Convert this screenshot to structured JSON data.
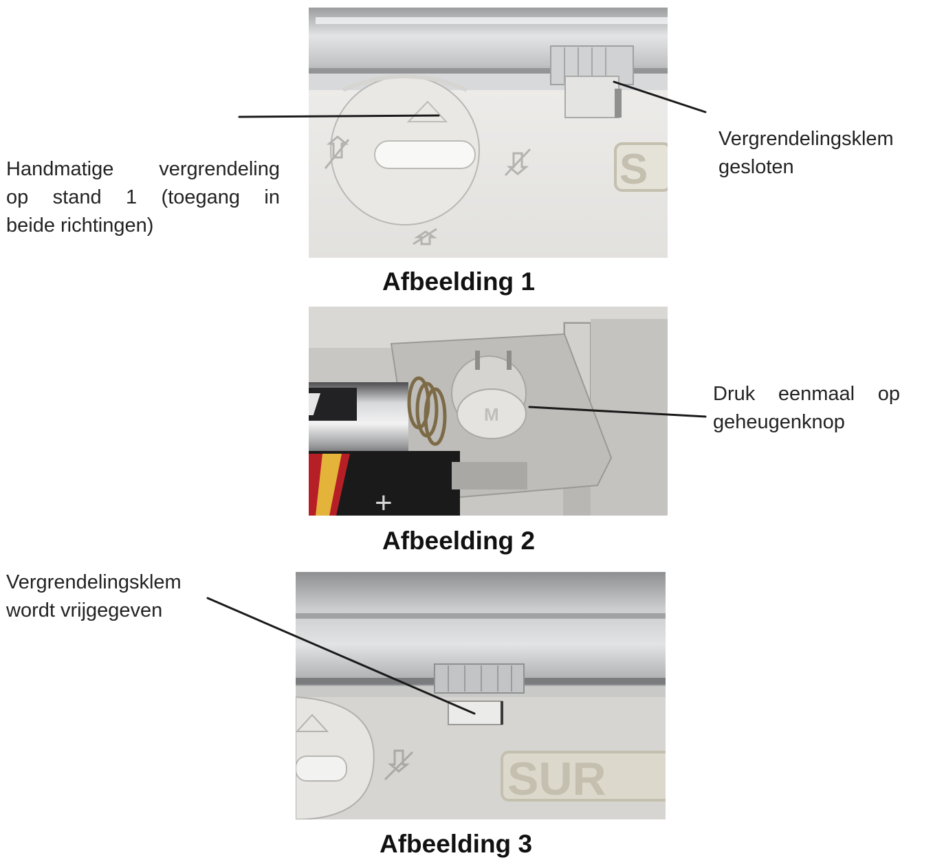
{
  "figure1": {
    "caption": "Afbeelding 1",
    "logo_text": "S",
    "label_left": [
      "Handmatige vergrendeling",
      "op stand 1 (toegang in",
      "beide richtingen)"
    ],
    "label_right": [
      "Vergrendelingsklem",
      "gesloten"
    ]
  },
  "figure2": {
    "caption": "Afbeelding 2",
    "button_text": "M",
    "label_right": [
      "Druk eenmaal op",
      "geheugenknop"
    ]
  },
  "figure3": {
    "caption": "Afbeelding 3",
    "logo_text": "SUR",
    "label_left": [
      "Vergrendelingsklem",
      "wordt vrijgegeven"
    ]
  },
  "colors": {
    "text": "#231f20",
    "leader_line": "#1a1a1a",
    "device_white": "#ecebe8",
    "device_grey": "#c9c8c4",
    "logo_tan": "#c4bfae"
  }
}
